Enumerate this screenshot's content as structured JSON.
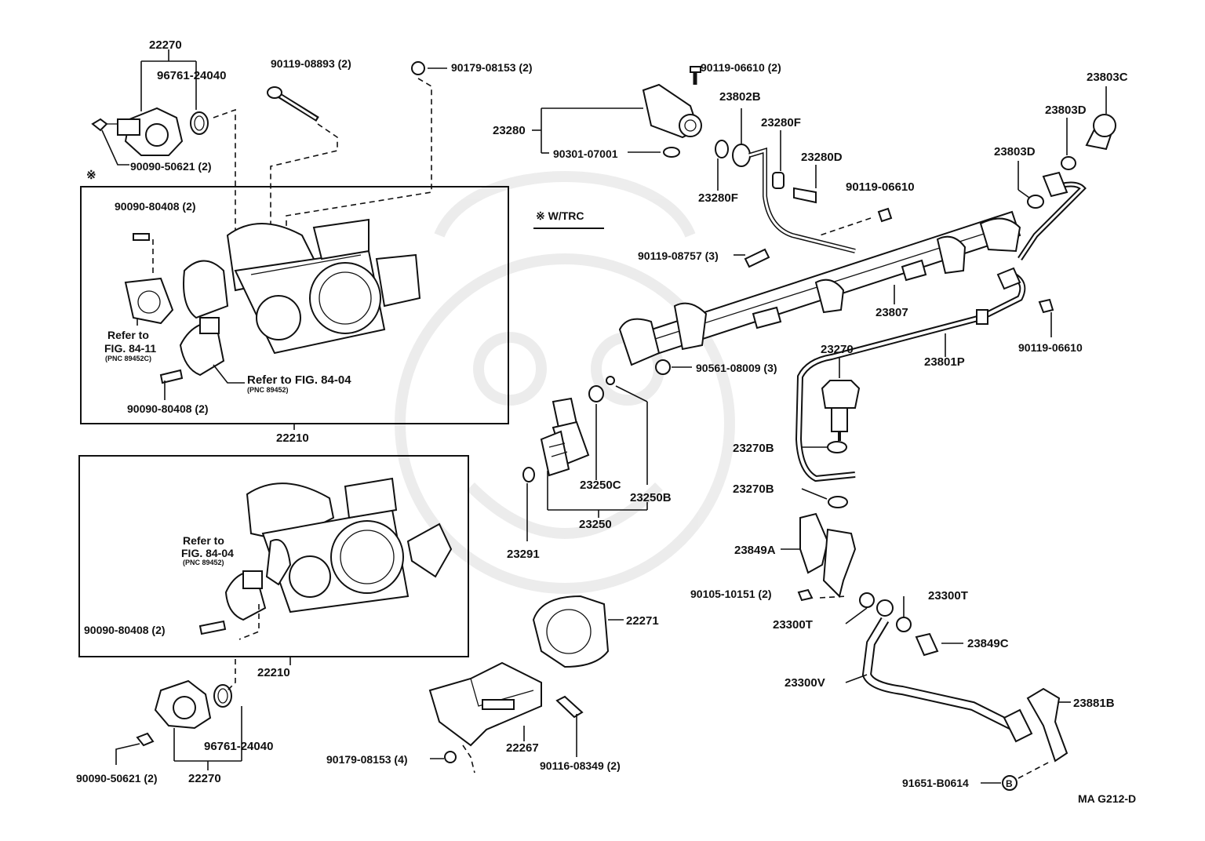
{
  "diagram": {
    "footer_code": "MA  G212-D",
    "wtrc_label": "※ W/TRC",
    "asterisk": "※",
    "labels": {
      "l22270_top": "22270",
      "l96761_top": "96761-24040",
      "l90090_50621_top": "90090-50621 (2)",
      "l90119_08893": "90119-08893 (2)",
      "l90179_08153_top": "90179-08153 (2)",
      "l90090_80408_a": "90090-80408 (2)",
      "refer_1a": "Refer to",
      "refer_1b": "FIG. 84-11",
      "refer_1c": "(PNC 89452C)",
      "refer_2a": "Refer to FIG. 84-04",
      "refer_2b": "(PNC 89452)",
      "l90090_80408_b": "90090-80408 (2)",
      "l22210_a": "22210",
      "refer_3a": "Refer to",
      "refer_3b": "FIG. 84-04",
      "refer_3c": "(PNC 89452)",
      "l90090_80408_c": "90090-80408 (2)",
      "l22210_b": "22210",
      "l96761_bottom": "96761-24040",
      "l90090_50621_bottom": "90090-50621 (2)",
      "l22270_bottom": "22270",
      "l23280": "23280",
      "l90301": "90301-07001",
      "l90119_06610_top": "90119-06610 (2)",
      "l23802B": "23802B",
      "l23280F_a": "23280F",
      "l23280F_b": "23280F",
      "l23280D": "23280D",
      "l90119_06610_mid": "90119-06610",
      "l90119_08757": "90119-08757 (3)",
      "l23803C": "23803C",
      "l23803D_a": "23803D",
      "l23803D_b": "23803D",
      "l23807": "23807",
      "l90119_06610_right": "90119-06610",
      "l23801P": "23801P",
      "l23270": "23270",
      "l90561": "90561-08009 (3)",
      "l23270B_a": "23270B",
      "l23270B_b": "23270B",
      "l23250C": "23250C",
      "l23250B": "23250B",
      "l23250": "23250",
      "l23291": "23291",
      "l23849A": "23849A",
      "l90105": "90105-10151 (2)",
      "l23300T_a": "23300T",
      "l23300T_b": "23300T",
      "l23849C": "23849C",
      "l22271": "22271",
      "l23300V": "23300V",
      "l23881B": "23881B",
      "l22267": "22267",
      "l90179_08153_bottom": "90179-08153 (4)",
      "l90116": "90116-08349 (2)",
      "l91651": "91651-B0614"
    }
  }
}
